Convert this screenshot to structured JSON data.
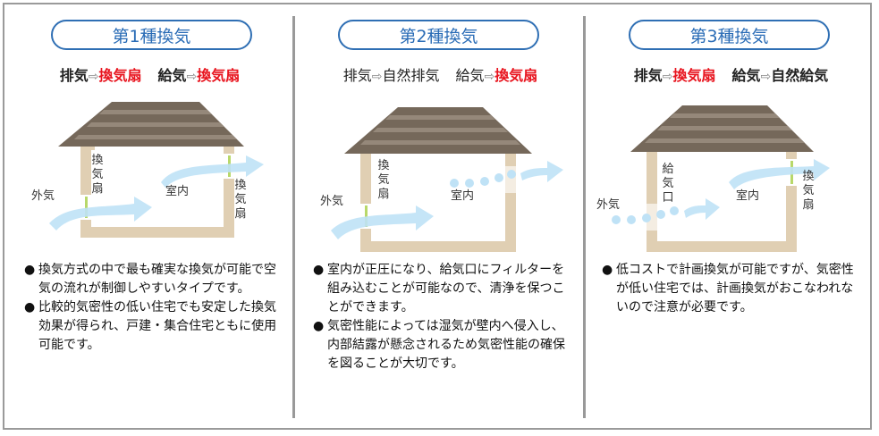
{
  "panels": [
    {
      "title": "第1種換気",
      "flow": {
        "exhaust_label": "排気",
        "exhaust_value": "換気扇",
        "supply_label": "給気",
        "supply_value": "換気扇"
      },
      "diagram": {
        "outside_label": "外気",
        "indoor_label": "室内",
        "left_device_label": "換気扇",
        "right_device_label": "換気扇"
      },
      "description": [
        "換気方式の中で最も確実な換気が可能で空気の流れが制御しやすいタイプです。",
        "比較的気密性の低い住宅でも安定した換気効果が得られ、戸建・集合住宅ともに使用可能です。"
      ]
    },
    {
      "title": "第2種換気",
      "flow": {
        "exhaust_label": "排気",
        "exhaust_value": "自然排気",
        "supply_label": "給気",
        "supply_value": "換気扇"
      },
      "diagram": {
        "outside_label": "外気",
        "indoor_label": "室内",
        "left_device_label": "換気扇"
      },
      "description": [
        "室内が正圧になり、給気口にフィルターを組み込むことが可能なので、清浄を保つことができます。",
        "気密性能によっては湿気が壁内へ侵入し、内部結露が懸念されるため気密性能の確保を図ることが大切です。"
      ]
    },
    {
      "title": "第3種換気",
      "flow": {
        "exhaust_label": "排気",
        "exhaust_value": "換気扇",
        "supply_label": "給気",
        "supply_value": "自然給気"
      },
      "diagram": {
        "outside_label": "外気",
        "indoor_label": "室内",
        "left_device_label": "給気口",
        "right_device_label": "換気扇"
      },
      "description": [
        "低コストで計画換気が可能ですが、気密性が低い住宅では、計画換気がおこなわれないので注意が必要です。"
      ]
    }
  ],
  "symbols": {
    "arrow": "⇨",
    "bullet": "●"
  },
  "colors": {
    "title_blue": "#2a6cb6",
    "fan_red": "#e8141e",
    "roof_dark": "#75685a",
    "roof_light": "#95887a",
    "wall": "#e0cfb3",
    "air_blue": "#bfe2f6",
    "fan_green": "#b8d86a"
  }
}
